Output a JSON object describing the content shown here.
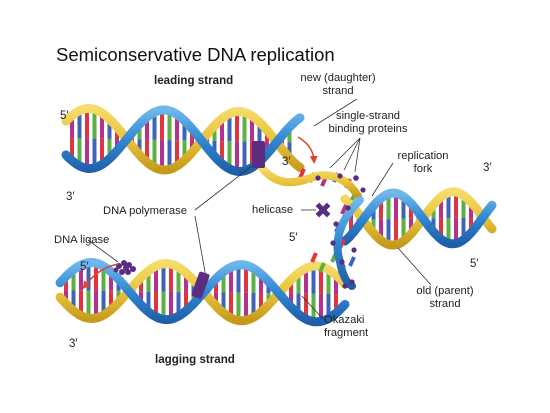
{
  "title": "Semiconservative DNA replication",
  "labels": {
    "leading_strand": "leading strand",
    "lagging_strand": "lagging strand",
    "new_daughter_strand": [
      "new (daughter)",
      "strand"
    ],
    "ssb_proteins": [
      "single-strand",
      "binding proteins"
    ],
    "replication_fork": [
      "replication",
      "fork"
    ],
    "dna_polymerase": "DNA polymerase",
    "helicase": "helicase",
    "dna_ligase": "DNA ligase",
    "okazaki_fragment": [
      "Okazaki",
      "fragment"
    ],
    "old_parent_strand": [
      "old (parent)",
      "strand"
    ]
  },
  "strand_ends": {
    "five_prime": "5′",
    "three_prime": "3′"
  },
  "colors": {
    "backbone_blue": "#3e8fd0",
    "backbone_gold": "#e8c43a",
    "base_red": "#e2343f",
    "base_green": "#5cb043",
    "base_magenta": "#b5308f",
    "base_blue": "#3f63b9",
    "enzyme_purple": "#5a2c82",
    "arrow_red": "#e0462c"
  }
}
